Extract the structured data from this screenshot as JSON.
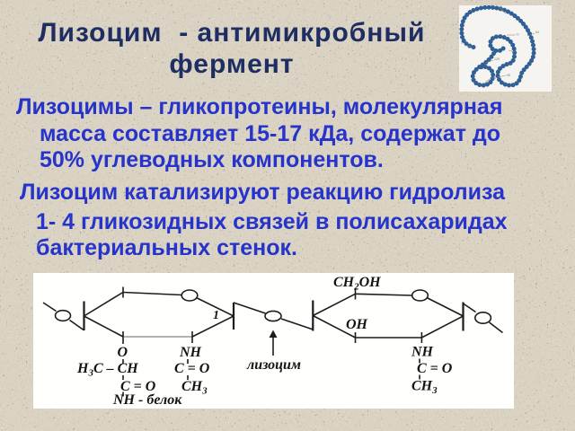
{
  "slide": {
    "title": {
      "line1": "Лизоцим  - антимикробный",
      "line2": "фермент"
    },
    "body": {
      "p1_line1": "Лизоцимы – гликопротеины, молекулярная",
      "p1_line2": "масса составляет 15-17 кДа, содержат до",
      "p1_line3": "50% углеводных компонентов.",
      "p2_line1": "Лизоцим катализируют реакцию гидролиза",
      "p3_line1": "1- 4 гликозидных связей в полисахаридах",
      "p3_line2": "бактериальных стенок."
    },
    "bead_image": {
      "description": "lysozyme polypeptide chain of blue beads",
      "residue_labels": [
        "40",
        "54",
        "1",
        "95",
        "77",
        "108",
        "129"
      ]
    },
    "chem": {
      "label_ch2oh": {
        "pre": "CH",
        "sub": "2",
        "post": "OH"
      },
      "label_oh": "OH",
      "label_1": "1",
      "label_lysozyme": "лизоцим",
      "ring1_left": {
        "o": "O",
        "h3c_pre": "H",
        "h3c_sub": "3",
        "h3c_post": "C – CH",
        "co": "C = O",
        "nh_protein": "NH - белок"
      },
      "ring1_right": {
        "nh": "NH",
        "co": "C = O",
        "ch3_pre": "CH",
        "ch3_sub": "3"
      },
      "ring2_right": {
        "nh": "NH",
        "co": "C = O",
        "ch3_pre": "CH",
        "ch3_sub": "3"
      }
    },
    "colors": {
      "background": "#ddd5c5",
      "title": "#1e2e63",
      "body_text": "#2634cc",
      "diagram_line": "#1c1c1c",
      "bead_blue": "#5e8dc2"
    }
  }
}
